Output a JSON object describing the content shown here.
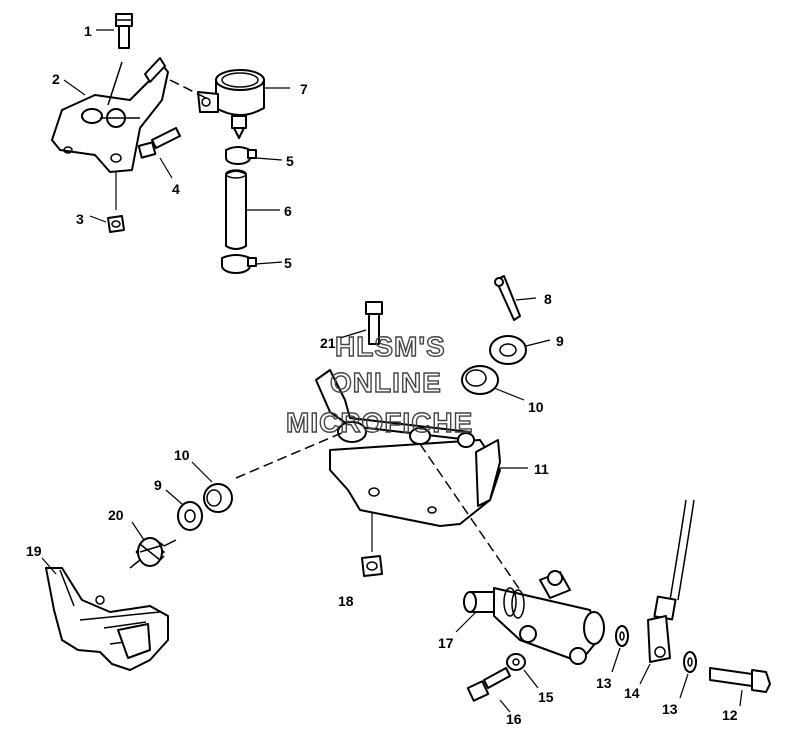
{
  "diagram": {
    "callouts": [
      "1",
      "2",
      "3",
      "4",
      "5",
      "5",
      "6",
      "7",
      "8",
      "9",
      "10",
      "11",
      "21",
      "10",
      "9",
      "20",
      "19",
      "18",
      "17",
      "16",
      "15",
      "13",
      "14",
      "13",
      "12"
    ]
  },
  "watermark": {
    "lines": [
      "HLSM'S",
      "ONLINE",
      "MICROFICHE"
    ]
  }
}
